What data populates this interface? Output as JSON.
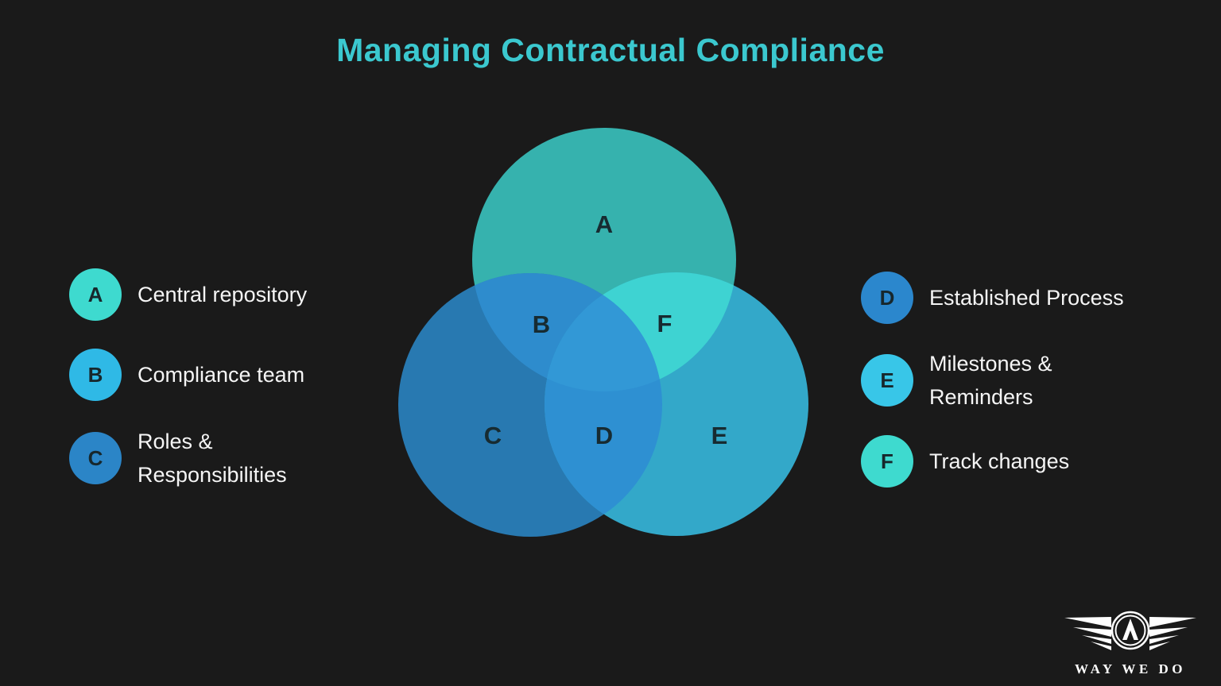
{
  "title": {
    "text": "Managing Contractual Compliance",
    "color": "#3bc8cf"
  },
  "background_color": "#1a1a1a",
  "venn": {
    "label_color": "#172b31",
    "circle_fills": {
      "a": "#36b2ae",
      "c": "#2879b1",
      "e": "#33a8c9"
    },
    "overlap_fills": {
      "ac": "#2e8ccd",
      "ae": "#3ed3d2",
      "ce": "#2e90d2",
      "ace": "#3298d6"
    },
    "labels": {
      "a": "A",
      "b": "B",
      "c": "C",
      "d": "D",
      "e": "E",
      "f": "F"
    }
  },
  "legend_left": {
    "items": [
      {
        "letter": "A",
        "label": "Central repository",
        "color": "#3edacf"
      },
      {
        "letter": "B",
        "label": "Compliance team",
        "color": "#2fb9e6"
      },
      {
        "letter": "C",
        "label": "Roles &\nResponsibilities",
        "color": "#2b85c7"
      }
    ]
  },
  "legend_right": {
    "items": [
      {
        "letter": "D",
        "label": "Established Process",
        "color": "#2b87cd"
      },
      {
        "letter": "E",
        "label": "Milestones &\nReminders",
        "color": "#38c6e8"
      },
      {
        "letter": "F",
        "label": "Track changes",
        "color": "#3edacf"
      }
    ]
  },
  "logo": {
    "brand": "WAY WE DO"
  }
}
